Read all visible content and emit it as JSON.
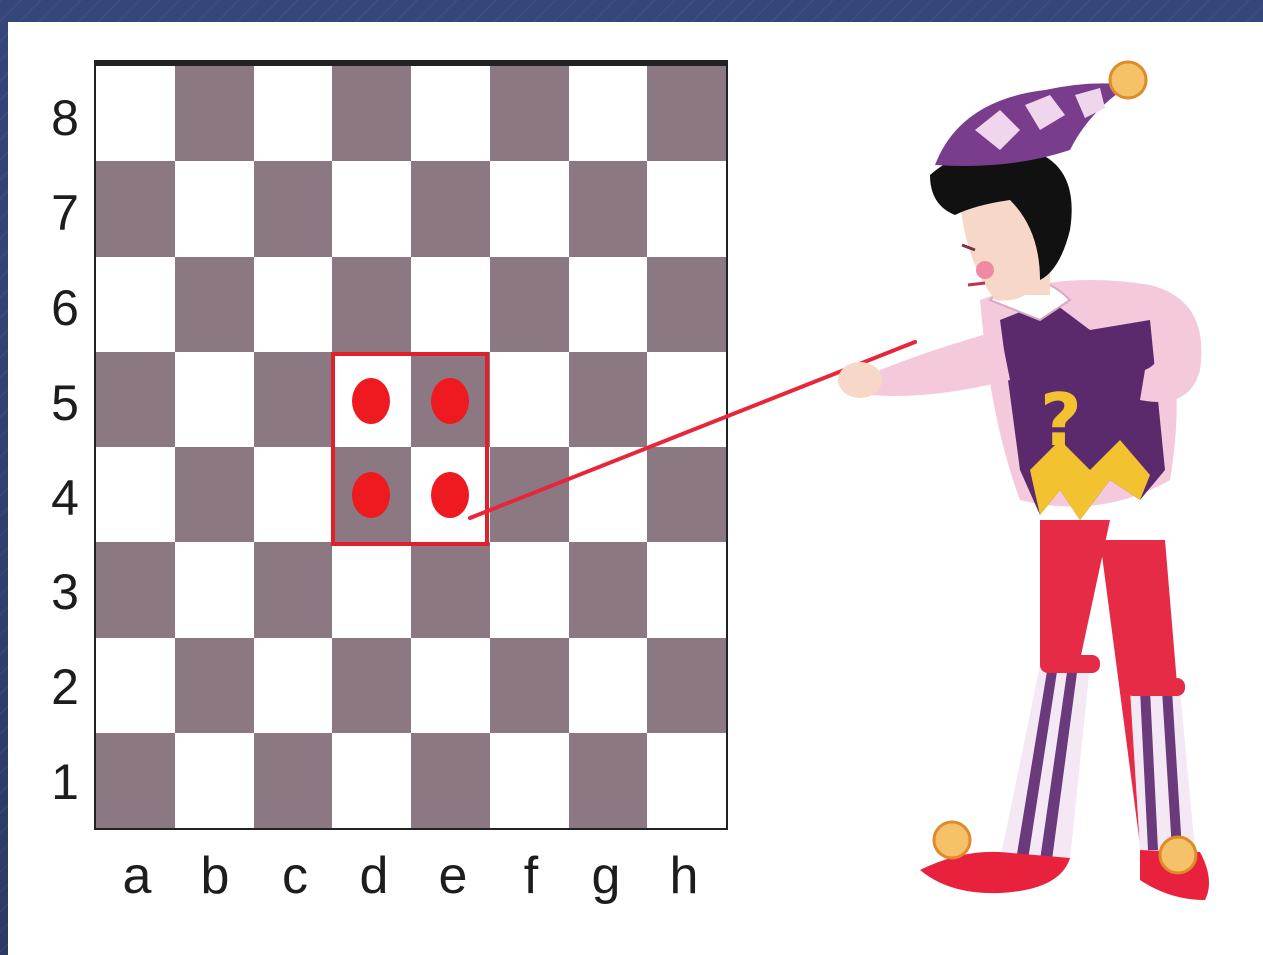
{
  "board": {
    "ranks": [
      "8",
      "7",
      "6",
      "5",
      "4",
      "3",
      "2",
      "1"
    ],
    "files": [
      "a",
      "b",
      "c",
      "d",
      "e",
      "f",
      "g",
      "h"
    ],
    "highlighted_squares": [
      "d5",
      "e5",
      "d4",
      "e4"
    ]
  },
  "colors": {
    "dark_square": "#8c7882",
    "light_square": "#ffffff",
    "highlight": "#e0202a",
    "background": "#2e3d6b"
  },
  "illustration": {
    "vest_symbol": "?"
  }
}
